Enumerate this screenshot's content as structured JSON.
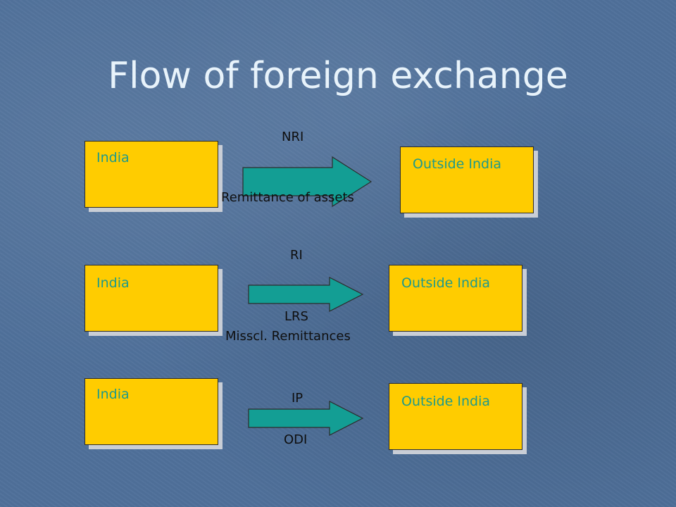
{
  "title": "Flow of foreign exchange",
  "colors": {
    "box_fill": "#ffcc00",
    "box_label": "#1f9a8a",
    "arrow_fill": "#139e94",
    "title": "#e8f3fb",
    "background": "#4f709a"
  },
  "rows": [
    {
      "from_label": "India",
      "to_label": "Outside India",
      "above_label": "NRI",
      "below_label": "Remittance of assets"
    },
    {
      "from_label": "India",
      "to_label": "Outside India",
      "above_label": "RI",
      "below_label": "LRS",
      "below_label_2": "Misscl. Remittances"
    },
    {
      "from_label": "India",
      "to_label": "Outside India",
      "above_label": "IP",
      "below_label": "ODI"
    }
  ]
}
